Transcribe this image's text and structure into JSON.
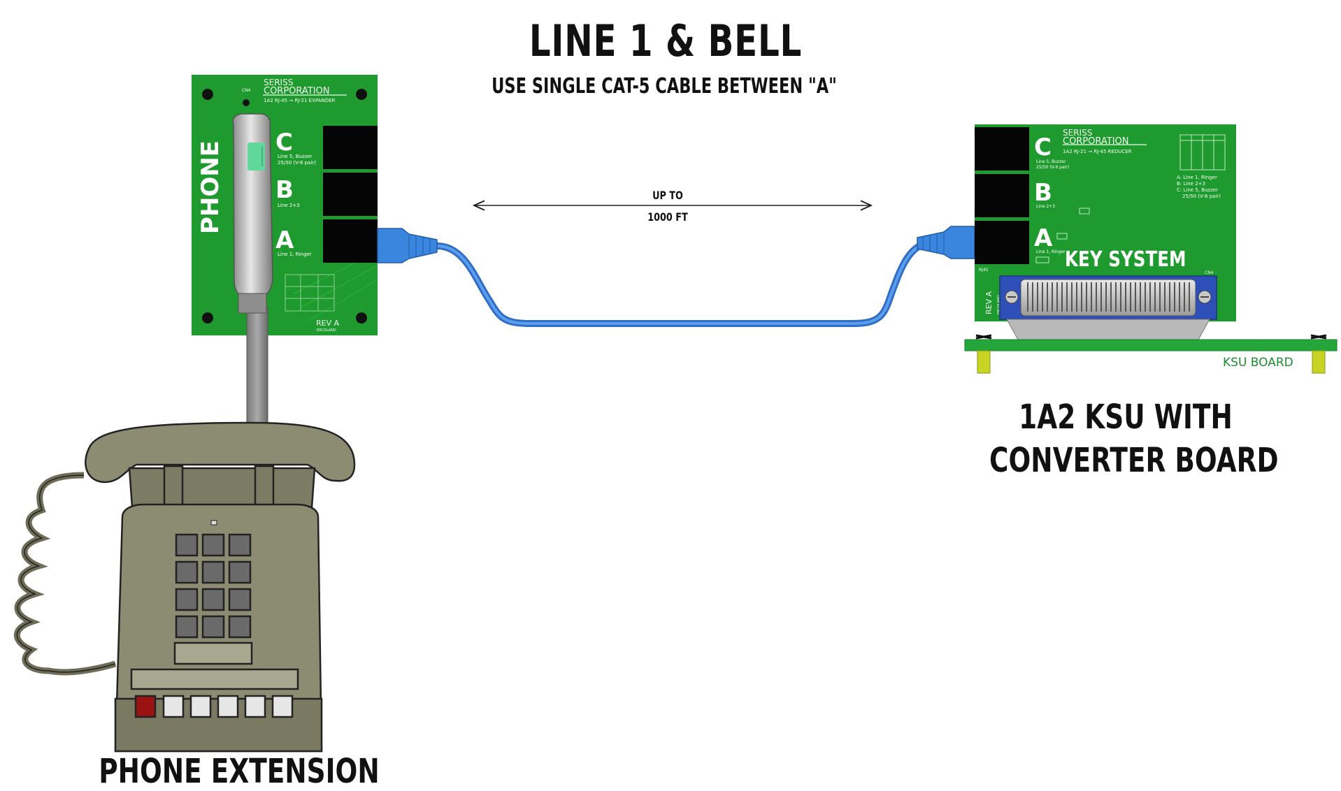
{
  "title": "LINE 1 & BELL",
  "subtitle": "USE SINGLE CAT-5 CABLE BETWEEN \"A\"",
  "distance": {
    "line1": "UP TO",
    "line2": "1000 FT"
  },
  "left_board": {
    "maker1": "SERISS",
    "maker2": "CORPORATION",
    "model": "1A2 RJ-45 → RJ-21 EXPANDER",
    "cn": "CN4",
    "vertical_label": "PHONE",
    "ports": [
      {
        "letter": "C",
        "desc1": "Line 5, Buzzer",
        "desc2": "25/50 (V-6 pair)"
      },
      {
        "letter": "B",
        "desc1": "Line 2+3",
        "desc2": ""
      },
      {
        "letter": "A",
        "desc1": "Line 1, Ringer",
        "desc2": ""
      }
    ],
    "rev": "REV A",
    "rev_sub": "ERCOLAND"
  },
  "right_board": {
    "maker1": "SERISS",
    "maker2": "CORPORATION",
    "model": "1A2 RJ-21 → RJ-45 REDUCER",
    "ports": [
      {
        "letter": "C",
        "desc1": "Line 5, Buzzer",
        "desc2": "25/50 (V-6 pair)"
      },
      {
        "letter": "B",
        "desc1": "Line 2+3",
        "desc2": ""
      },
      {
        "letter": "A",
        "desc1": "Line 1, Ringer",
        "desc2": ""
      }
    ],
    "legend": [
      "A: Line 1, Ringer",
      "B: Line 2+3",
      "C: Line 5, Buzzer",
      "25/50 (V-6 pair)"
    ],
    "key_system": "KEY SYSTEM",
    "side_labels": [
      "RJ45",
      "REV A",
      "ERCOLAND"
    ],
    "cn": "CN4"
  },
  "ksu_board_label": "KSU BOARD",
  "ksu_title": {
    "line1": "1A2 KSU WITH",
    "line2": "CONVERTER BOARD"
  },
  "phone_label": "PHONE EXTENSION",
  "colors": {
    "pcb": "#1f9a2e",
    "pcb_dark": "#167a22",
    "cable": "#3a7fd6",
    "ksu_board": "#24a63a",
    "standoff": "#c8d424",
    "phone_body": "#8c8c72",
    "phone_dark": "#6e6e58",
    "connector_blue": "#2c4fb8"
  }
}
